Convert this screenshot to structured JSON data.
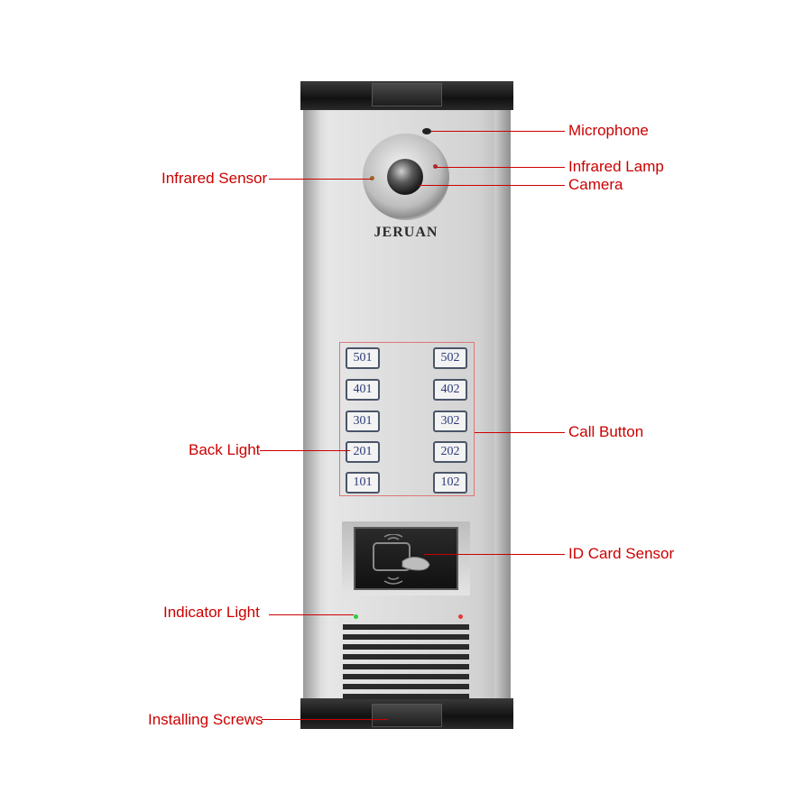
{
  "brand": "JERUAN",
  "call_buttons": [
    {
      "left": "501",
      "right": "502"
    },
    {
      "left": "401",
      "right": "402"
    },
    {
      "left": "301",
      "right": "302"
    },
    {
      "left": "201",
      "right": "202"
    },
    {
      "left": "101",
      "right": "102"
    }
  ],
  "labels": {
    "microphone": "Microphone",
    "infrared_sensor": "Infrared Sensor",
    "infrared_lamp": "Infrared Lamp",
    "camera": "Camera",
    "call_button": "Call Button",
    "back_light": "Back Light",
    "id_card_sensor": "ID Card Sensor",
    "indicator_light": "Indicator Light",
    "installing_screws": "Installing Screws"
  },
  "colors": {
    "annotation": "#cc0000",
    "button_text": "#2a3a7a",
    "indicator_green": "#2ecc40",
    "indicator_red": "#e53935"
  }
}
